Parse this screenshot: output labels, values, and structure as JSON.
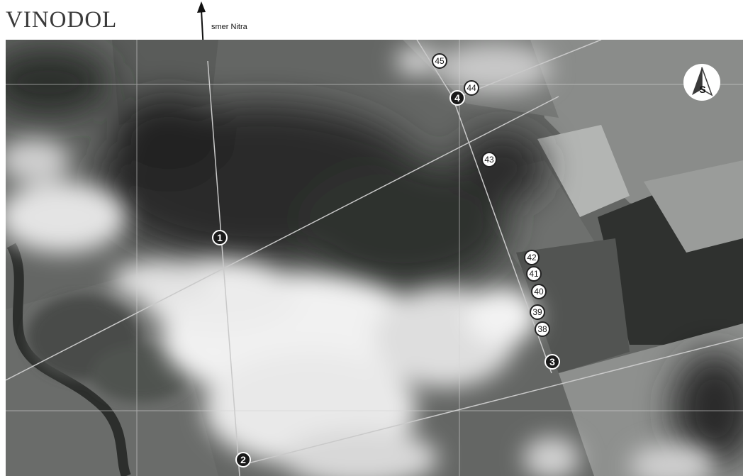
{
  "map": {
    "title": "VINODOL",
    "direction_label": "smer Nitra",
    "compass_letter": "S",
    "stops": [
      "1",
      "2",
      "3",
      "4"
    ],
    "points": [
      "38",
      "39",
      "40",
      "41",
      "42",
      "43",
      "44",
      "45"
    ]
  }
}
